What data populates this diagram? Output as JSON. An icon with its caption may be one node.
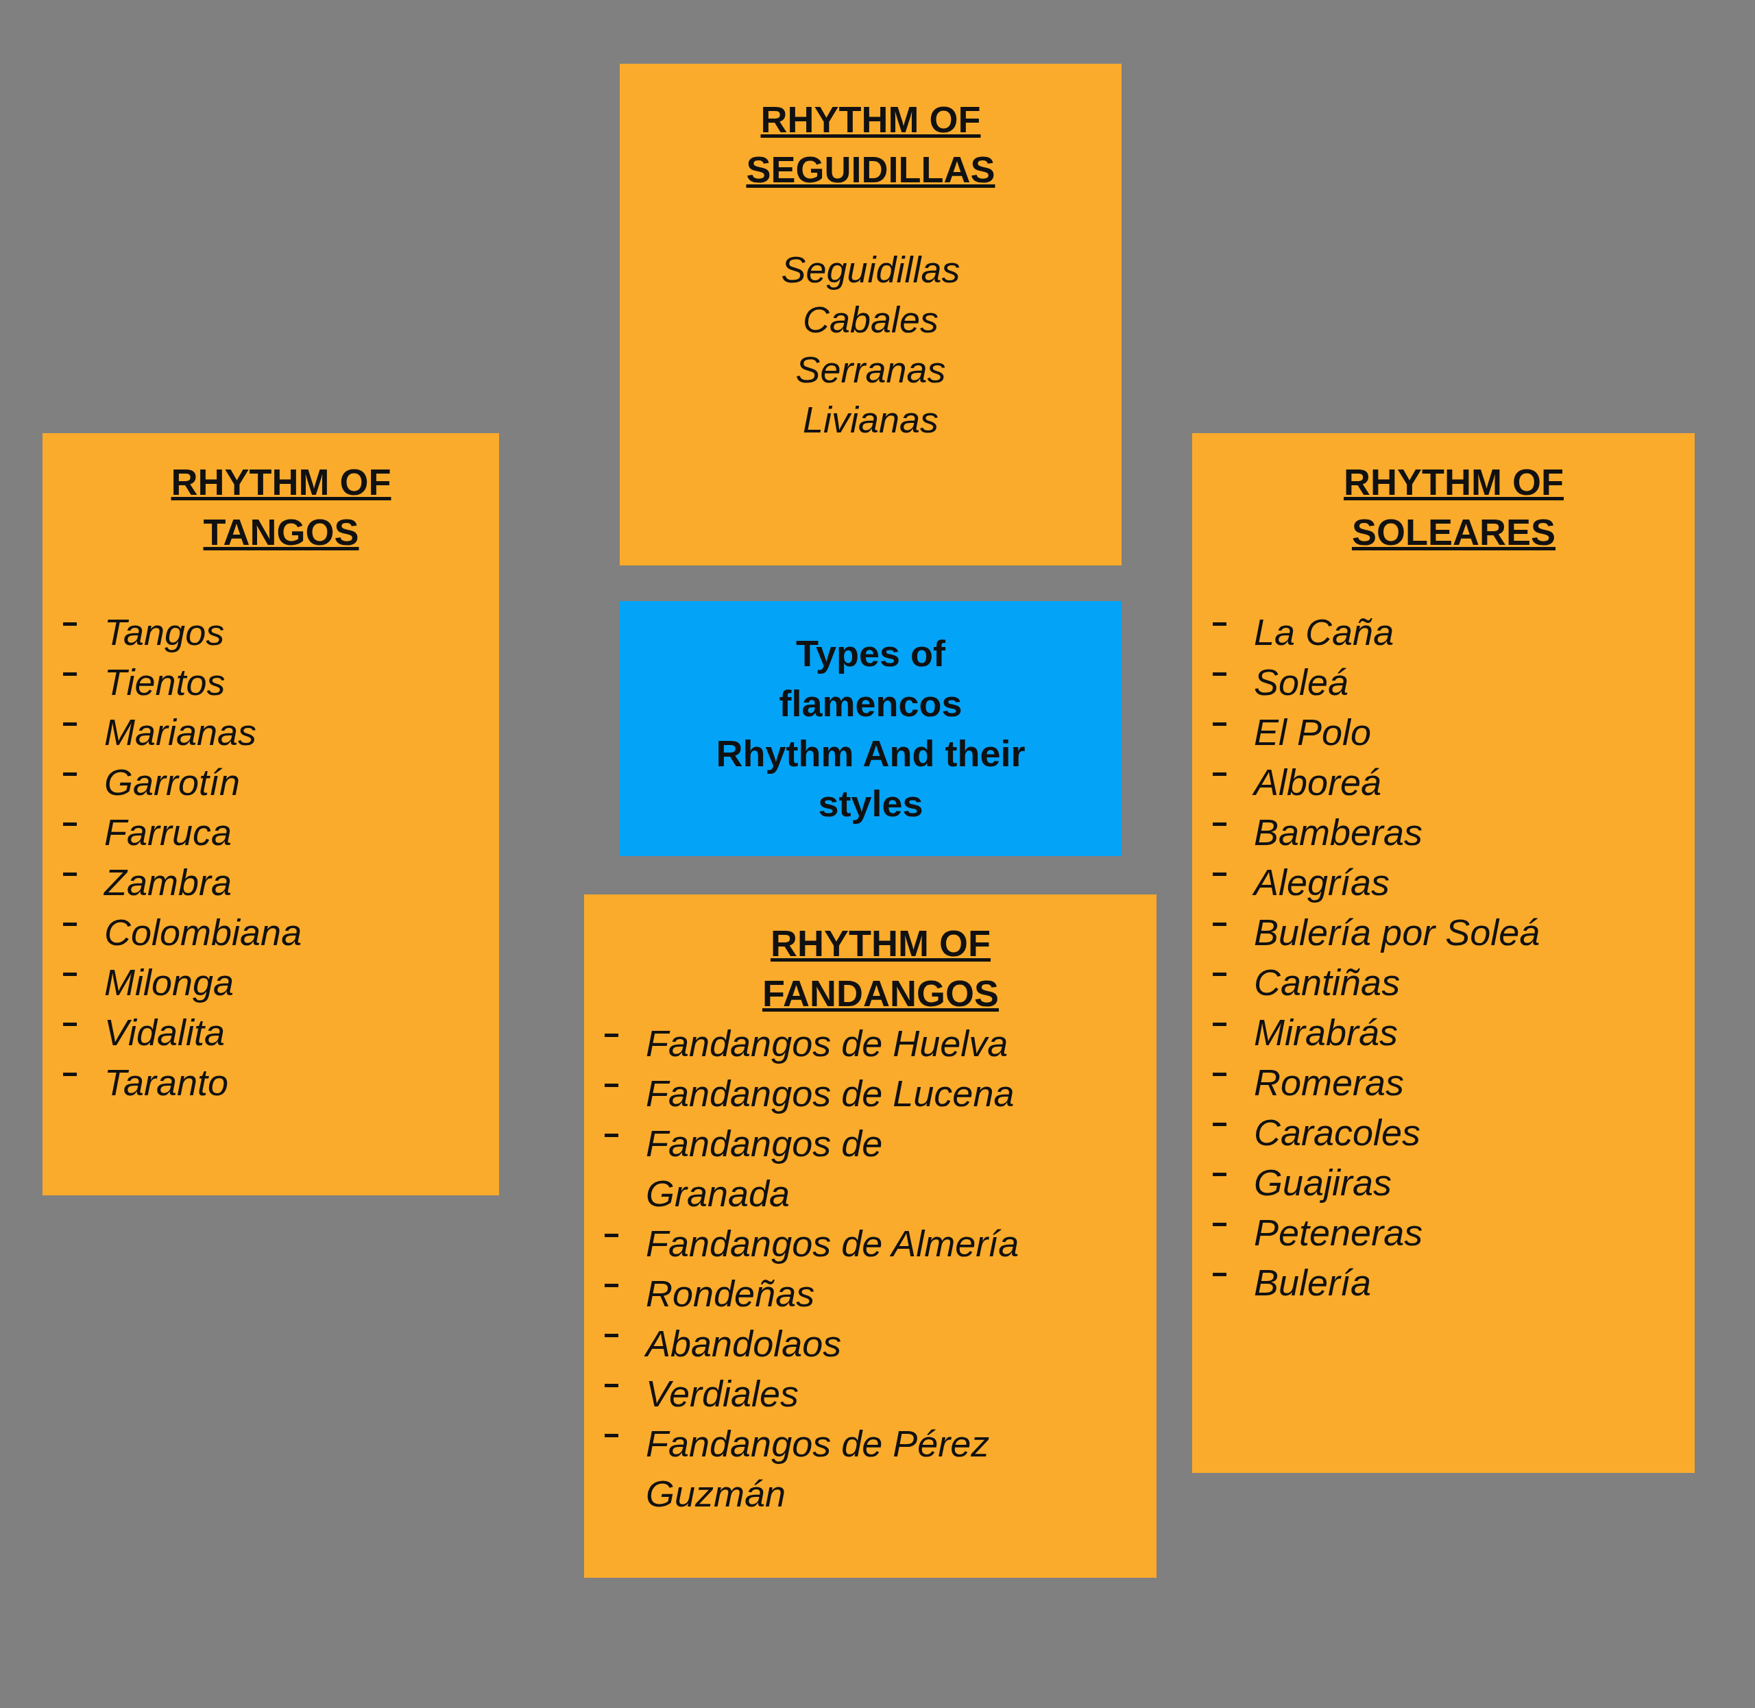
{
  "diagram": {
    "nodes": [
      {
        "text": [
          "RHYTHM OF SEGUIDILLAS",
          "Seguidillas",
          "Cabales",
          "Serranas",
          "Livianas"
        ]
      },
      {
        "text": [
          "RHYTHM OF TANGOS",
          "Tangos",
          "Tientos",
          "Marianas",
          "Garrotín",
          "Farruca",
          "Zambra",
          "Colombiana",
          "Milonga",
          "Vidalita",
          "Taranto"
        ]
      },
      {
        "text": [
          "Types of flamencos Rhythm And their styles"
        ]
      },
      {
        "text": [
          "RHYTHM OF SOLEARES",
          "La Caña",
          "Soleá",
          "El Polo",
          "Alboreá",
          "Bamberas",
          "Alegrías",
          "Bulería por Soleá",
          "Cantiñas",
          "Mirabrás",
          "Romeras",
          "Caracoles",
          "Guajiras",
          "Peteneras",
          "Bulería"
        ]
      },
      {
        "text": [
          "RHYTHM OF FANDANGOS",
          "Fandangos de Huelva",
          "Fandangos de Lucena",
          "Fandangos de Granada",
          "Fandangos de Almería",
          "Rondeñas",
          "Abandolaos",
          "Verdiales",
          "Fandangos de Pérez Guzmán"
        ]
      }
    ]
  }
}
